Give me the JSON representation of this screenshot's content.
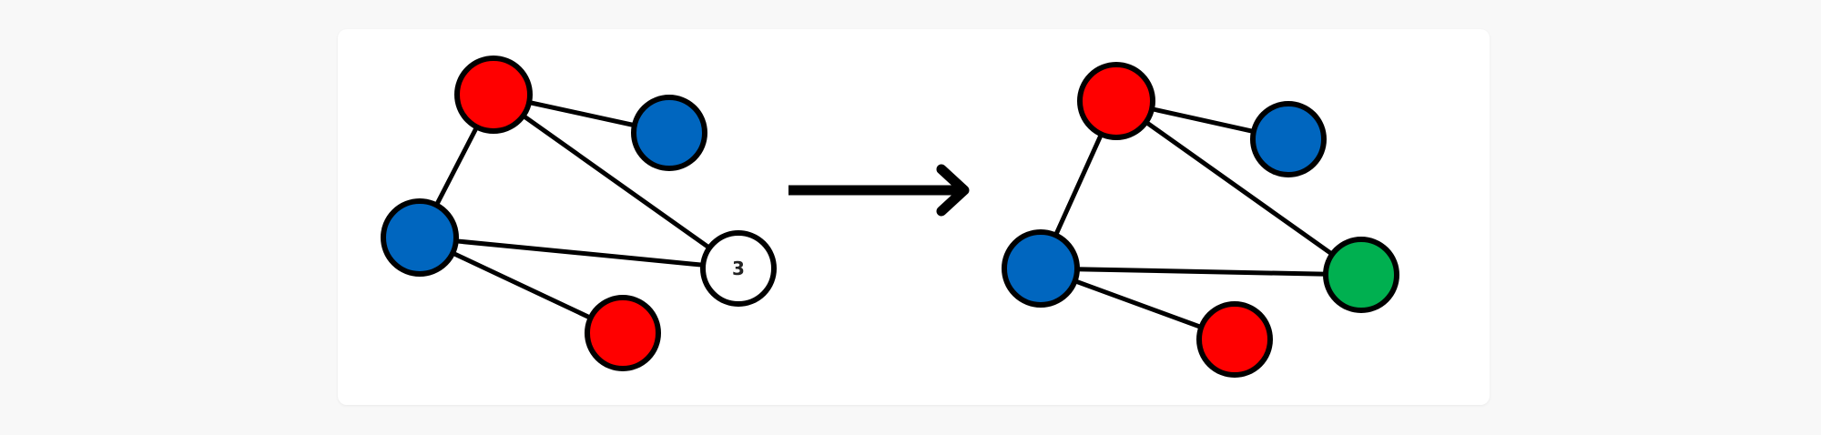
{
  "colors": {
    "red": "#ff0000",
    "blue": "#0066bf",
    "green": "#00b050",
    "uncolored": "#ffffff",
    "outline": "#000000"
  },
  "graph_before": {
    "nodes": [
      {
        "id": "a",
        "color": "red",
        "label": ""
      },
      {
        "id": "b",
        "color": "blue",
        "label": ""
      },
      {
        "id": "c",
        "color": "blue",
        "label": ""
      },
      {
        "id": "d",
        "color": "uncolored",
        "label": "3"
      },
      {
        "id": "e",
        "color": "red",
        "label": ""
      }
    ],
    "edges": [
      [
        "a",
        "b"
      ],
      [
        "a",
        "c"
      ],
      [
        "a",
        "d"
      ],
      [
        "c",
        "d"
      ],
      [
        "c",
        "e"
      ]
    ]
  },
  "transition_icon": "arrow-right-icon",
  "graph_after": {
    "nodes": [
      {
        "id": "a",
        "color": "red",
        "label": ""
      },
      {
        "id": "b",
        "color": "blue",
        "label": ""
      },
      {
        "id": "c",
        "color": "blue",
        "label": ""
      },
      {
        "id": "d",
        "color": "green",
        "label": ""
      },
      {
        "id": "e",
        "color": "red",
        "label": ""
      }
    ],
    "edges": [
      [
        "a",
        "b"
      ],
      [
        "a",
        "c"
      ],
      [
        "a",
        "d"
      ],
      [
        "c",
        "d"
      ],
      [
        "c",
        "e"
      ]
    ]
  }
}
